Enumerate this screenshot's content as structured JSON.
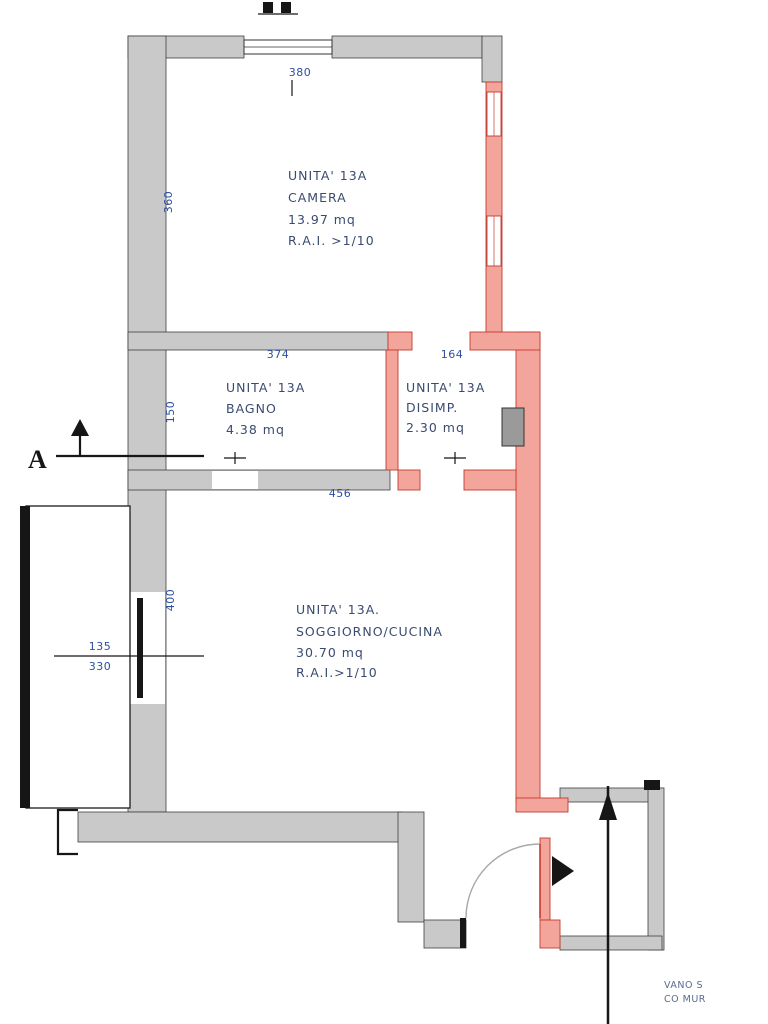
{
  "rooms": {
    "camera": {
      "unit": "UNITA' 13A",
      "name": "CAMERA",
      "area": "13.97 mq",
      "rai": "R.A.I. >1/10"
    },
    "bagno": {
      "unit": "UNITA' 13A",
      "name": "BAGNO",
      "area": "4.38 mq"
    },
    "disimpegno": {
      "unit": "UNITA' 13A",
      "name": "DISIMP.",
      "area": "2.30 mq"
    },
    "soggiorno": {
      "unit": "UNITA' 13A.",
      "name": "SOGGIORNO/CUCINA",
      "area": "30.70 mq",
      "rai": "R.A.I.>1/10"
    }
  },
  "dimensions": {
    "top_width": "380",
    "camera_height": "360",
    "bagno_width": "374",
    "disimp_width": "164",
    "bagno_height": "150",
    "soggiorno_width": "456",
    "soggiorno_height": "400",
    "sill_upper": "135",
    "sill_lower": "330"
  },
  "section": {
    "label": "A"
  },
  "annotations": {
    "stair_note_line1": "VANO S",
    "stair_note_line2": "CO MUR"
  },
  "colors": {
    "wall_gray": "#c9c9c9",
    "wall_outline": "#3f3f3f",
    "wall_pink": "#f4a59b",
    "pink_outline": "#c23b2e",
    "dimension_blue": "#2d4ea3",
    "label_blue": "#3a4a70",
    "note_gray": "#5a6b8c"
  }
}
